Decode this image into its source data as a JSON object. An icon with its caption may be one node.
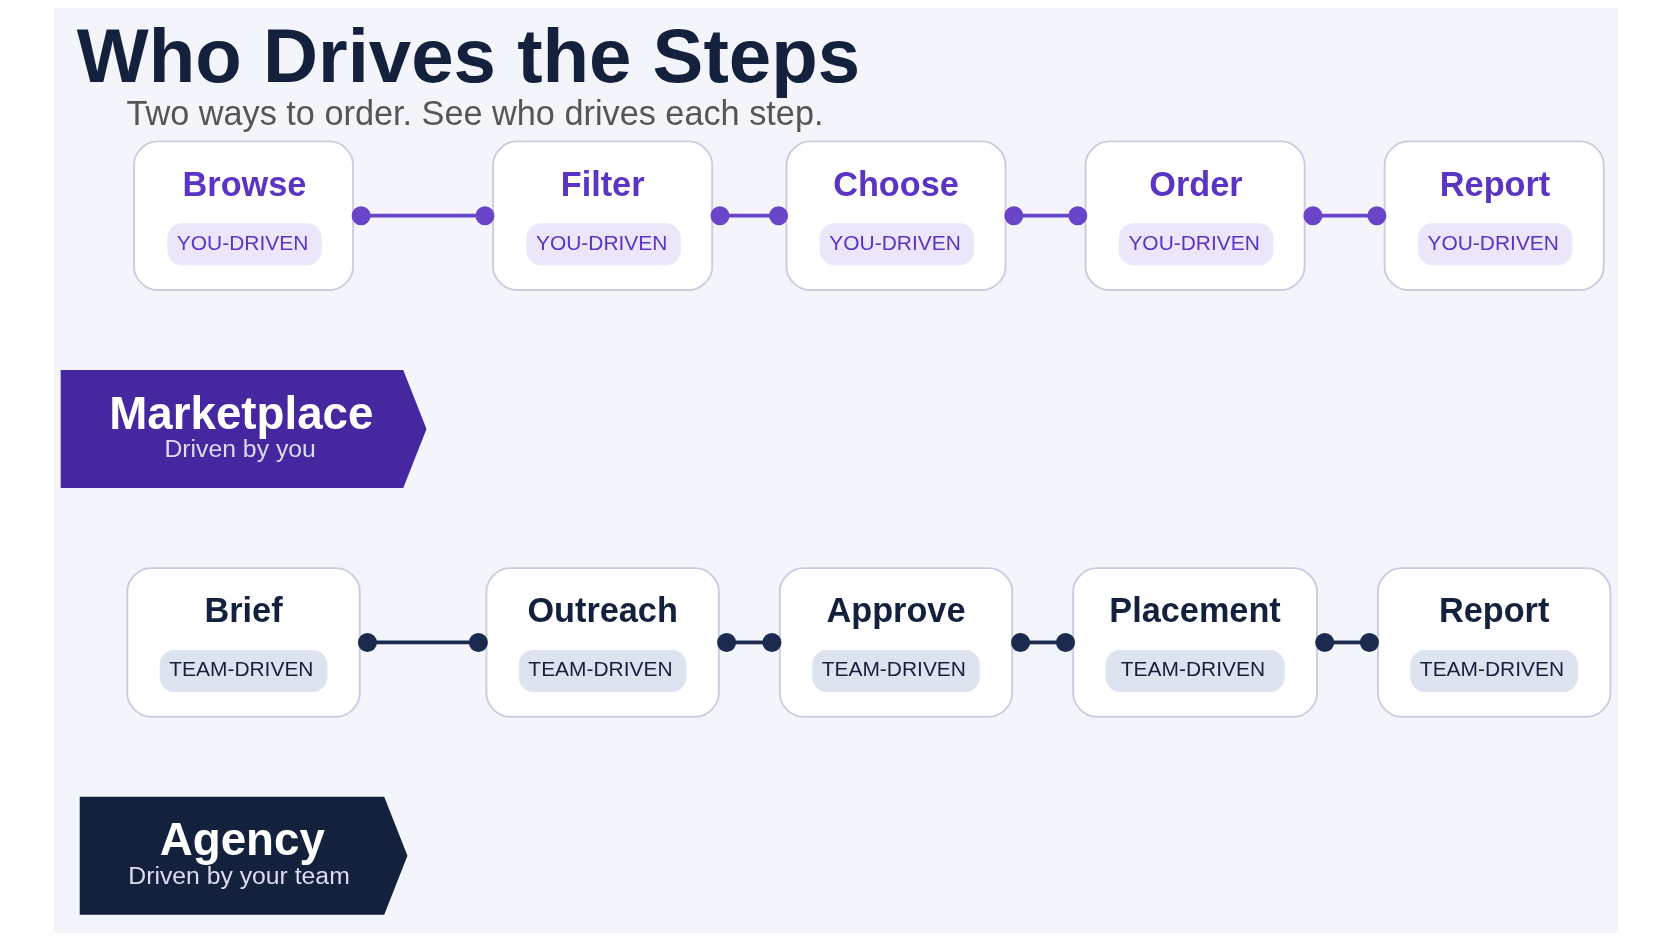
{
  "diagram": {
    "title": "Who Drives the Steps",
    "caption": "Two ways to order. See who drives each step.",
    "nodes": [
      {
        "text": [
          "Agency",
          "Driven by your team"
        ]
      },
      {
        "text": [
          "Brief",
          "TEAM-DRIVEN"
        ]
      },
      {
        "text": [
          "Outreach",
          "TEAM-DRIVEN"
        ]
      },
      {
        "text": [
          "Approve",
          "TEAM-DRIVEN"
        ]
      },
      {
        "text": [
          "Placement",
          "TEAM-DRIVEN"
        ]
      },
      {
        "text": [
          "Report",
          "TEAM-DRIVEN"
        ]
      },
      {
        "text": [
          "Marketplace",
          "Driven by you"
        ]
      },
      {
        "text": [
          "Browse",
          "YOU-DRIVEN"
        ]
      },
      {
        "text": [
          "Filter",
          "YOU-DRIVEN"
        ]
      },
      {
        "text": [
          "Choose",
          "YOU-DRIVEN"
        ]
      },
      {
        "text": [
          "Order",
          "YOU-DRIVEN"
        ]
      },
      {
        "text": [
          "Report",
          "YOU-DRIVEN"
        ]
      }
    ],
    "edges": [
      {
        "from": 1,
        "to": 2,
        "arrow": "other",
        "color": "#1b2a4e"
      },
      {
        "from": 2,
        "to": 3,
        "arrow": "other",
        "color": "#1b2a4e"
      },
      {
        "from": 3,
        "to": 4,
        "arrow": "other",
        "color": "#1b2a4e"
      },
      {
        "from": 4,
        "to": 5,
        "arrow": "other",
        "color": "#1b2a4e"
      },
      {
        "from": 7,
        "to": 8,
        "arrow": "other",
        "color": "#6a45c9"
      },
      {
        "from": 8,
        "to": 9,
        "arrow": "other",
        "color": "#6a45c9"
      },
      {
        "from": 9,
        "to": 10,
        "arrow": "other",
        "color": "#6a45c9"
      },
      {
        "from": 10,
        "to": 11,
        "arrow": "other",
        "color": "#6a45c9"
      }
    ]
  }
}
